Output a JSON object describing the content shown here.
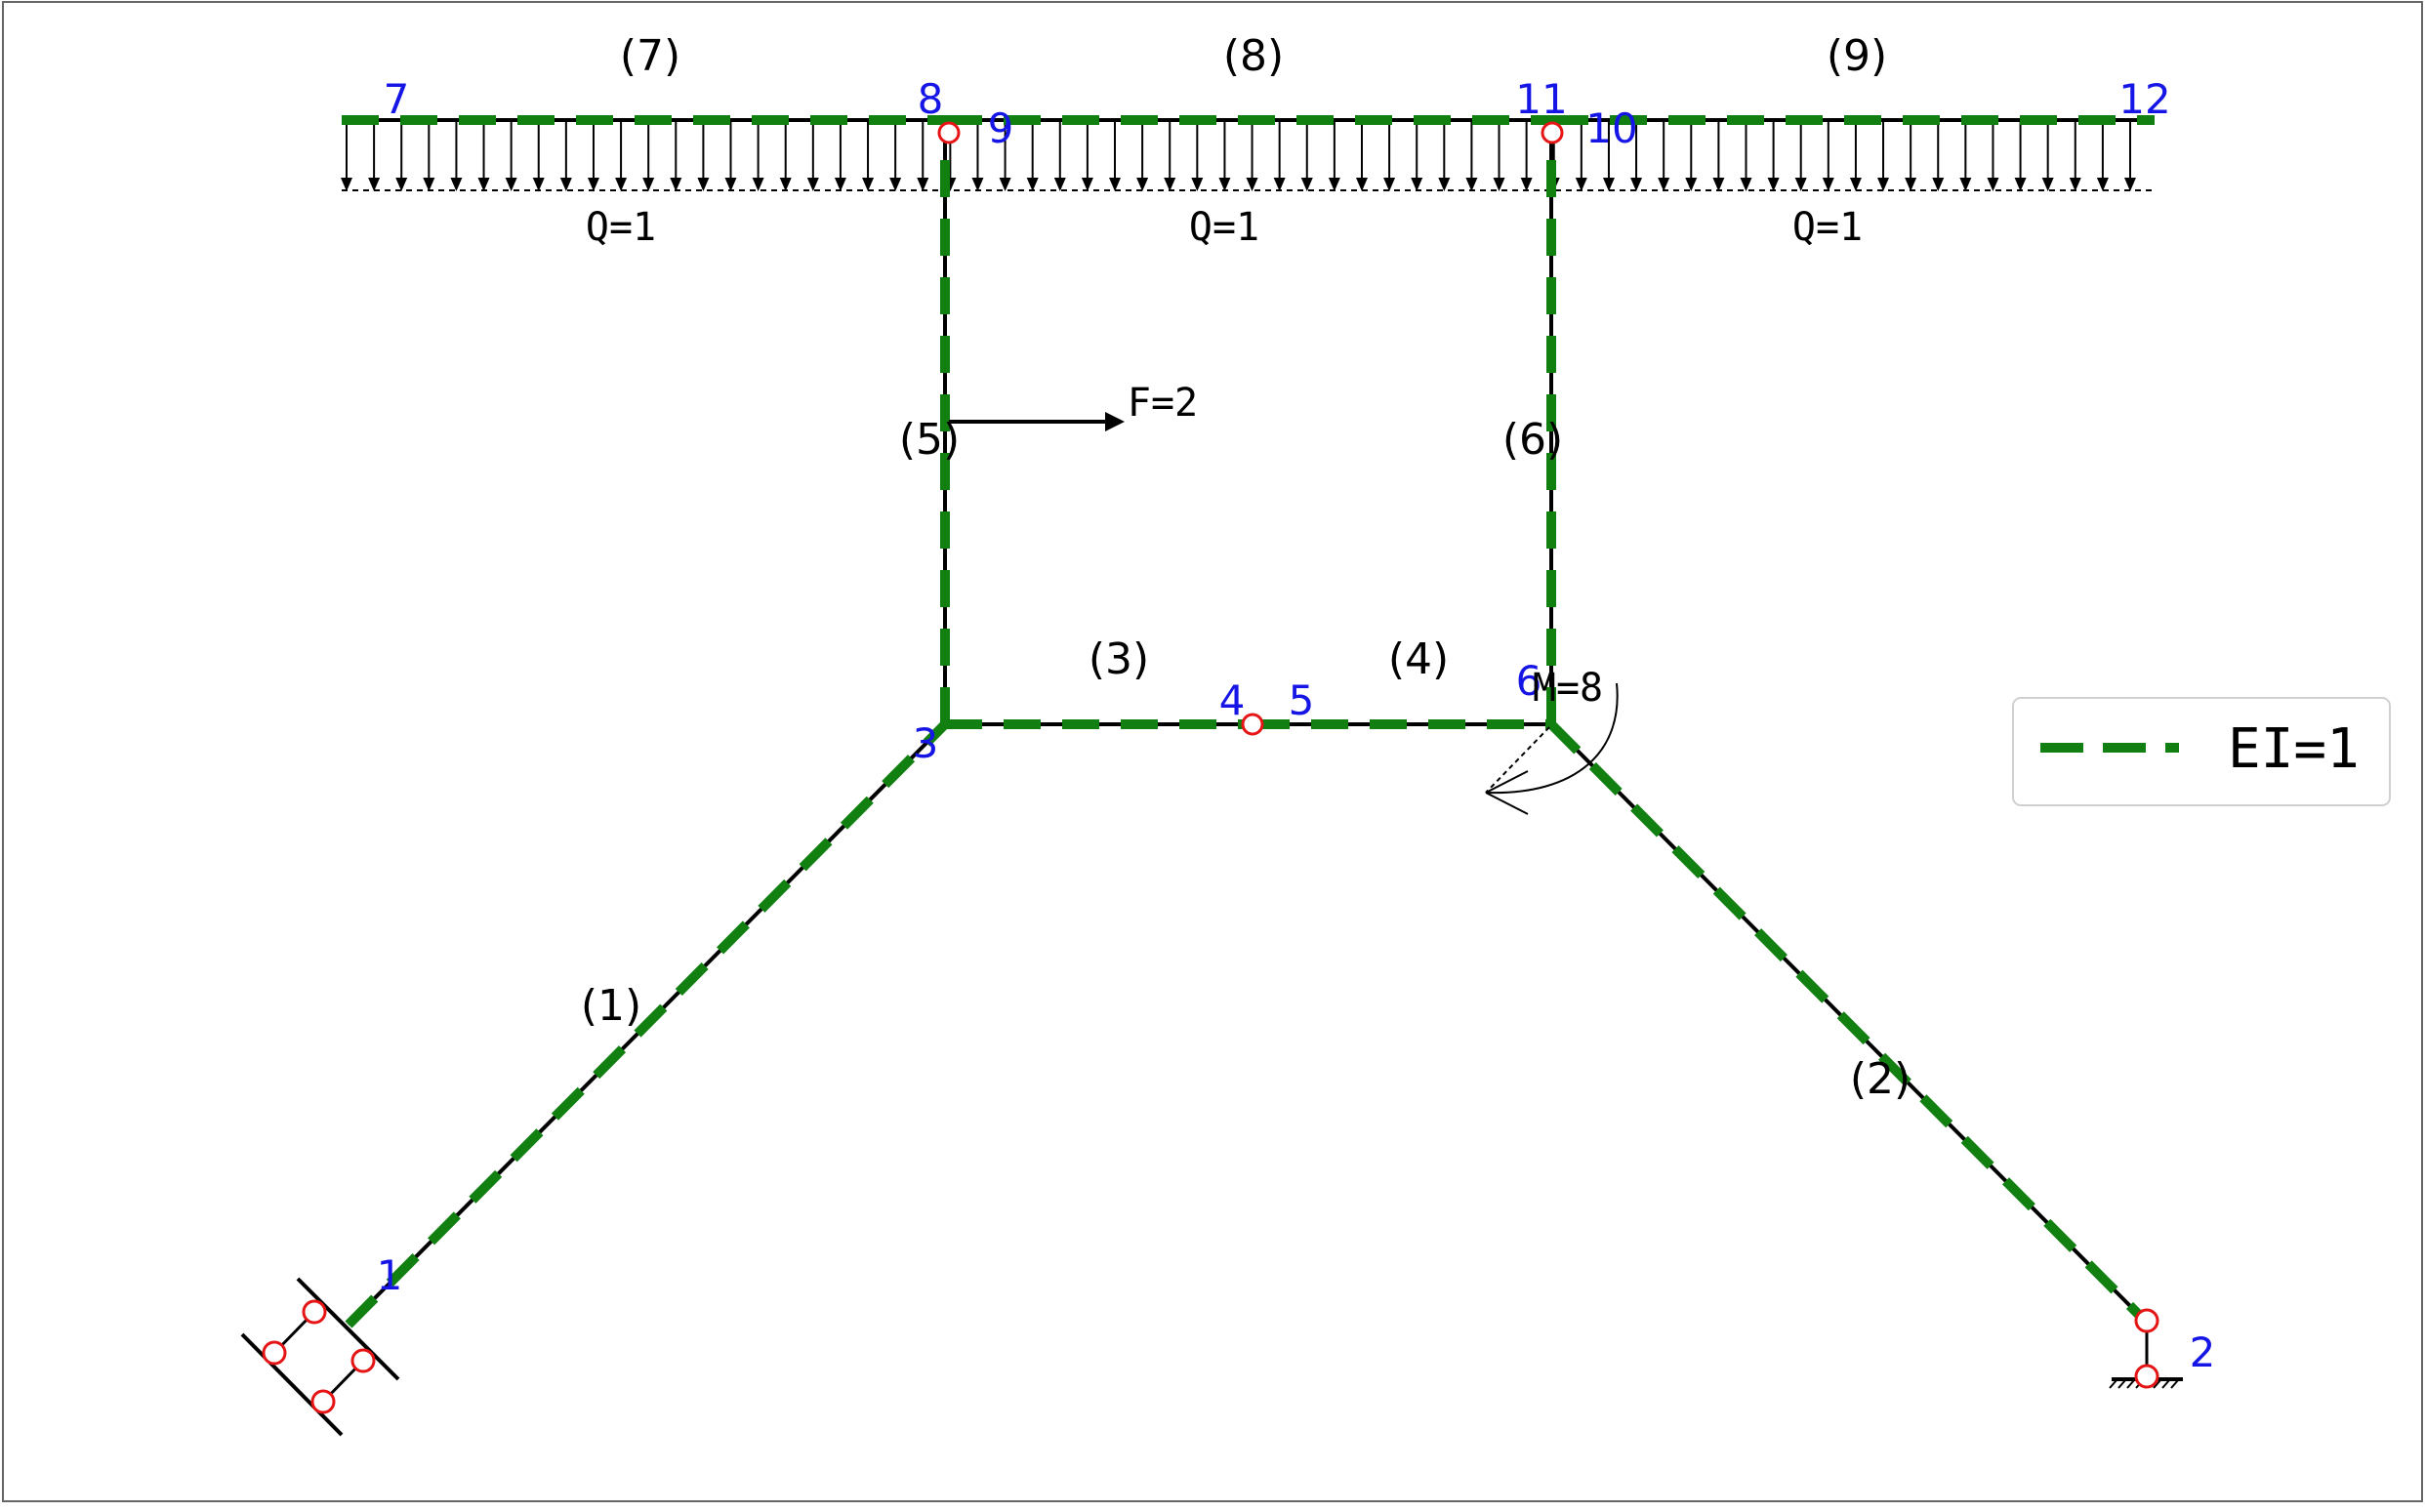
{
  "colors": {
    "member": "#000000",
    "ei_dash": "#118011",
    "node_label": "#1515e6",
    "hinge": "#e61515",
    "text": "#000000"
  },
  "legend": {
    "label": "EI=1"
  },
  "node_labels": [
    "1",
    "2",
    "3",
    "4",
    "5",
    "6",
    "7",
    "8",
    "9",
    "10",
    "11",
    "12"
  ],
  "member_labels": [
    "(1)",
    "(2)",
    "(3)",
    "(4)",
    "(5)",
    "(6)",
    "(7)",
    "(8)",
    "(9)"
  ],
  "loads": {
    "distributed": [
      "Q=1",
      "Q=1",
      "Q=1"
    ],
    "force": "F=2",
    "moment": "M=8"
  }
}
